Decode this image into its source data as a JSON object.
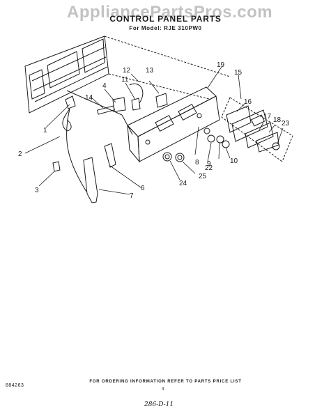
{
  "watermark": "AppliancePartsPros.com",
  "title": "CONTROL PANEL PARTS",
  "subtitle": "For Model: RJE 310PW0",
  "callouts": [
    "1",
    "2",
    "3",
    "4",
    "6",
    "7",
    "8",
    "9",
    "10",
    "11",
    "12",
    "13",
    "14",
    "15",
    "16",
    "17",
    "18",
    "19",
    "22",
    "23",
    "24",
    "25"
  ],
  "footer": {
    "code": "884263",
    "note": "FOR ORDERING INFORMATION REFER TO PARTS PRICE LIST",
    "page": "4",
    "handwritten": "286-D-11"
  }
}
